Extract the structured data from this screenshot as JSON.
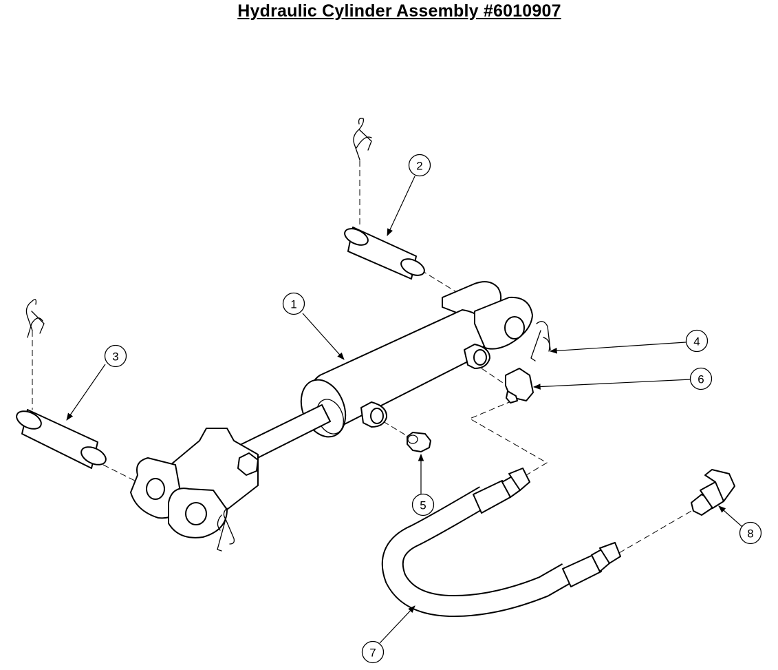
{
  "title": "Hydraulic Cylinder Assembly #6010907",
  "callouts": [
    {
      "id": "callout-1",
      "label": "1"
    },
    {
      "id": "callout-2",
      "label": "2"
    },
    {
      "id": "callout-3",
      "label": "3"
    },
    {
      "id": "callout-4",
      "label": "4"
    },
    {
      "id": "callout-5",
      "label": "5"
    },
    {
      "id": "callout-6",
      "label": "6"
    },
    {
      "id": "callout-7",
      "label": "7"
    },
    {
      "id": "callout-8",
      "label": "8"
    }
  ]
}
